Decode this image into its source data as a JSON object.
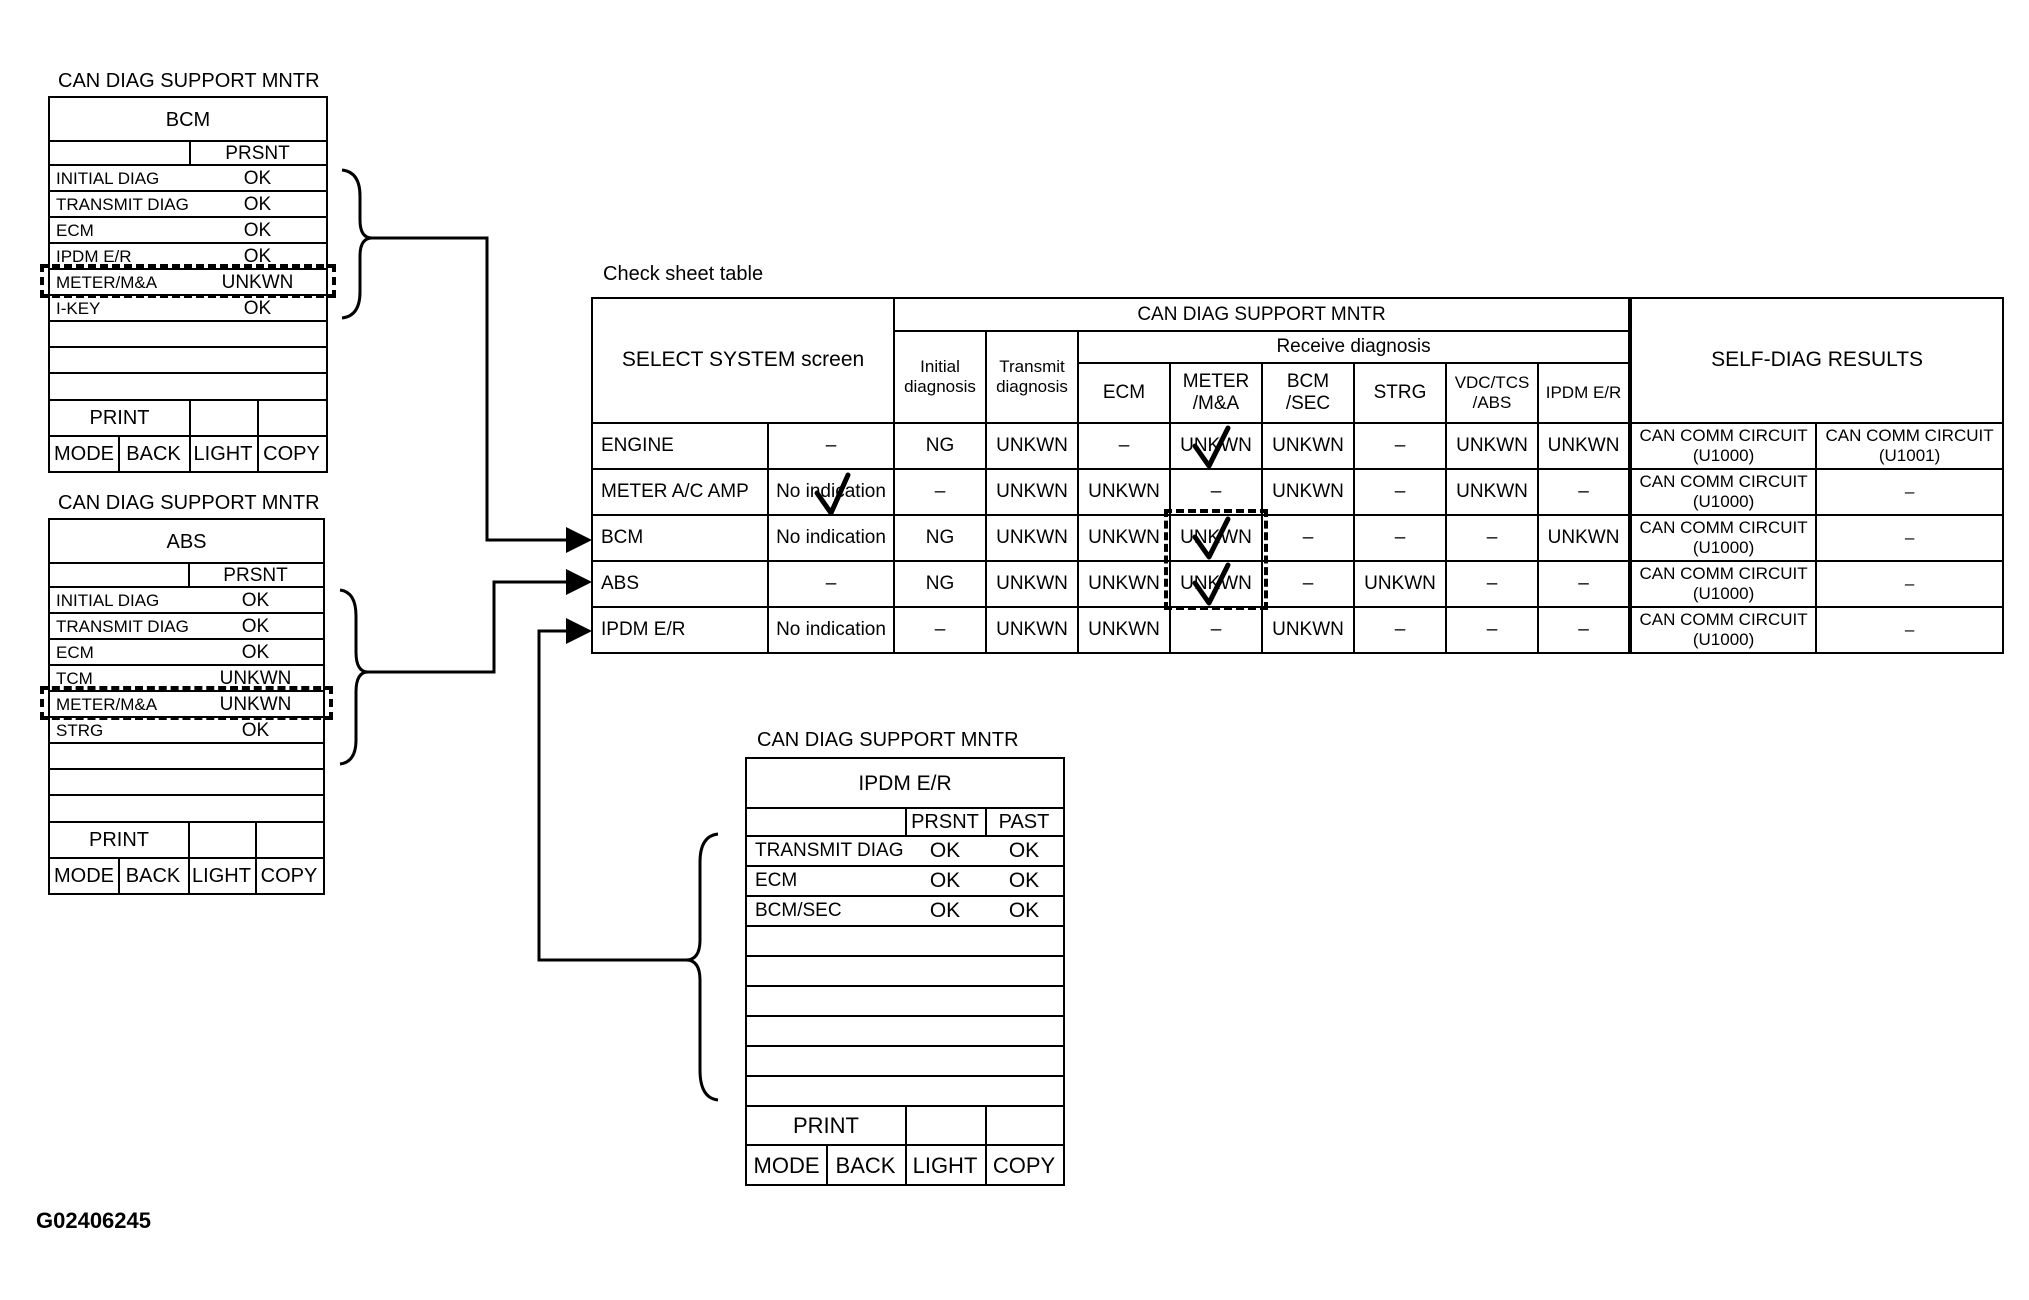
{
  "figure_id": "G02406245",
  "bcm_screen": {
    "caption": "CAN DIAG SUPPORT MNTR",
    "title": "BCM",
    "col_header": "PRSNT",
    "rows": [
      {
        "label": "INITIAL DIAG",
        "value": "OK"
      },
      {
        "label": "TRANSMIT DIAG",
        "value": "OK"
      },
      {
        "label": "ECM",
        "value": "OK"
      },
      {
        "label": "IPDM E/R",
        "value": "OK"
      },
      {
        "label": "METER/M&A",
        "value": "UNKWN"
      },
      {
        "label": "I-KEY",
        "value": "OK"
      }
    ],
    "buttons": {
      "print": "PRINT",
      "mode": "MODE",
      "back": "BACK",
      "light": "LIGHT",
      "copy": "COPY"
    }
  },
  "abs_screen": {
    "caption": "CAN DIAG SUPPORT MNTR",
    "title": "ABS",
    "col_header": "PRSNT",
    "rows": [
      {
        "label": "INITIAL DIAG",
        "value": "OK"
      },
      {
        "label": "TRANSMIT DIAG",
        "value": "OK"
      },
      {
        "label": "ECM",
        "value": "OK"
      },
      {
        "label": "TCM",
        "value": "UNKWN"
      },
      {
        "label": "METER/M&A",
        "value": "UNKWN"
      },
      {
        "label": "STRG",
        "value": "OK"
      }
    ],
    "buttons": {
      "print": "PRINT",
      "mode": "MODE",
      "back": "BACK",
      "light": "LIGHT",
      "copy": "COPY"
    }
  },
  "ipdm_screen": {
    "caption": "CAN DIAG SUPPORT MNTR",
    "title": "IPDM E/R",
    "col_header_1": "PRSNT",
    "col_header_2": "PAST",
    "rows": [
      {
        "label": "TRANSMIT DIAG",
        "prsnt": "OK",
        "past": "OK"
      },
      {
        "label": "ECM",
        "prsnt": "OK",
        "past": "OK"
      },
      {
        "label": "BCM/SEC",
        "prsnt": "OK",
        "past": "OK"
      }
    ],
    "buttons": {
      "print": "PRINT",
      "mode": "MODE",
      "back": "BACK",
      "light": "LIGHT",
      "copy": "COPY"
    }
  },
  "check_sheet": {
    "caption": "Check sheet table",
    "header": {
      "select_system": "SELECT SYSTEM screen",
      "can_diag": "CAN DIAG SUPPORT MNTR",
      "initial": "Initial diagnosis",
      "transmit": "Transmit diagnosis",
      "receive": "Receive diagnosis",
      "ecm": "ECM",
      "meter": "METER /M&A",
      "bcm_sec": "BCM /SEC",
      "strg": "STRG",
      "vdc": "VDC/TCS /ABS",
      "ipdm": "IPDM E/R",
      "self_diag": "SELF-DIAG RESULTS"
    },
    "rows": [
      {
        "system": "ENGINE",
        "select": "–",
        "initial": "NG",
        "transmit": "UNKWN",
        "ecm": "–",
        "meter": "UNKWN",
        "bcm": "UNKWN",
        "strg": "–",
        "vdc": "UNKWN",
        "ipdm": "UNKWN",
        "res1": "CAN COMM CIRCUIT (U1000)",
        "res2": "CAN COMM CIRCUIT (U1001)"
      },
      {
        "system": "METER A/C AMP",
        "select": "No indication",
        "initial": "–",
        "transmit": "UNKWN",
        "ecm": "UNKWN",
        "meter": "–",
        "bcm": "UNKWN",
        "strg": "–",
        "vdc": "UNKWN",
        "ipdm": "–",
        "res1": "CAN COMM CIRCUIT (U1000)",
        "res2": "–"
      },
      {
        "system": "BCM",
        "select": "No indication",
        "initial": "NG",
        "transmit": "UNKWN",
        "ecm": "UNKWN",
        "meter": "UNKWN",
        "bcm": "–",
        "strg": "–",
        "vdc": "–",
        "ipdm": "UNKWN",
        "res1": "CAN COMM CIRCUIT (U1000)",
        "res2": "–"
      },
      {
        "system": "ABS",
        "select": "–",
        "initial": "NG",
        "transmit": "UNKWN",
        "ecm": "UNKWN",
        "meter": "UNKWN",
        "bcm": "–",
        "strg": "UNKWN",
        "vdc": "–",
        "ipdm": "–",
        "res1": "CAN COMM CIRCUIT (U1000)",
        "res2": "–"
      },
      {
        "system": "IPDM E/R",
        "select": "No indication",
        "initial": "–",
        "transmit": "UNKWN",
        "ecm": "UNKWN",
        "meter": "–",
        "bcm": "UNKWN",
        "strg": "–",
        "vdc": "–",
        "ipdm": "–",
        "res1": "CAN COMM CIRCUIT (U1000)",
        "res2": "–"
      }
    ]
  }
}
